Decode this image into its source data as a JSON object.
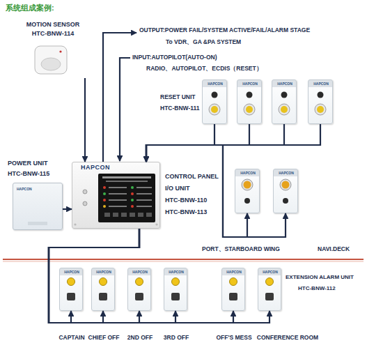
{
  "diagram": {
    "title": "系统组成案例:",
    "nodes": [
      {
        "text": [
          "MOTION SENSOR",
          "HTC-BNW-114"
        ]
      },
      {
        "text": [
          "HAPCON"
        ]
      },
      {
        "text": [
          "HAPCON"
        ]
      },
      {
        "text": [
          "HAPCON"
        ]
      },
      {
        "text": [
          "HAPCON"
        ]
      },
      {
        "text": [
          "POWER UNIT",
          "HTC-BNW-115",
          "HAPCON"
        ]
      },
      {
        "text": [
          "HAPCON",
          "CONTROL PANEL",
          "I/O UNIT",
          "HTC-BNW-110",
          "HTC-BNW-113"
        ]
      },
      {
        "text": [
          "HAPCON"
        ]
      },
      {
        "text": [
          "HAPCON"
        ]
      },
      {
        "text": [
          "HAPCON",
          "CAPTAIN"
        ]
      },
      {
        "text": [
          "HAPCON",
          "CHIEF OFF"
        ]
      },
      {
        "text": [
          "HAPCON",
          "2ND OFF"
        ]
      },
      {
        "text": [
          "HAPCON",
          "3RD OFF"
        ]
      },
      {
        "text": [
          "HAPCON",
          "OFF'S MESS"
        ]
      },
      {
        "text": [
          "HAPCON",
          "CONFERENCE ROOM"
        ]
      }
    ],
    "edges": [
      {
        "from": 0,
        "to": 6,
        "arrow": "to"
      },
      {
        "from": 1,
        "to": 6,
        "arrow": "to"
      },
      {
        "from": 2,
        "to": 6,
        "arrow": "to"
      },
      {
        "from": 3,
        "to": 6,
        "arrow": "to"
      },
      {
        "from": 4,
        "to": 6,
        "arrow": "to"
      },
      {
        "from": 5,
        "to": 6,
        "arrow": "to"
      },
      {
        "from": 6,
        "to": 7,
        "arrow": "to"
      },
      {
        "from": 6,
        "to": 8,
        "arrow": "to"
      },
      {
        "from": 6,
        "to": 9,
        "arrow": "to"
      },
      {
        "from": 6,
        "to": 10,
        "arrow": "to"
      },
      {
        "from": 6,
        "to": 11,
        "arrow": "to"
      },
      {
        "from": 6,
        "to": 12,
        "arrow": "to"
      },
      {
        "from": 6,
        "to": 13,
        "arrow": "to"
      },
      {
        "from": 6,
        "to": 14,
        "arrow": "to"
      }
    ],
    "labels": [
      "OUTPUT:POWER FAIL/SYSTEM ACTIVE/FAIL/ALARM STAGE",
      "To VDR、GA &PA SYSTEM",
      "INPUT:AUTOPILOT(AUTO-ON)",
      "RADIO、AUTOPILOT、ECDIS（RESET）",
      "RESET UNIT",
      "HTC-BNW-111",
      "PORT、STARBOARD WING",
      "NAVI.DECK",
      "EXTENSION ALARM UNIT",
      "HTC-BNW-112"
    ]
  }
}
